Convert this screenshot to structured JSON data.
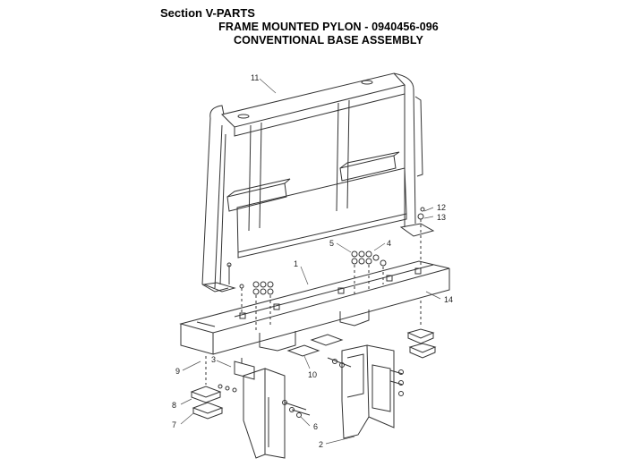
{
  "header": {
    "section": "Section V-PARTS",
    "title": "FRAME MOUNTED PYLON - 0940456-096",
    "subtitle": "CONVENTIONAL BASE ASSEMBLY"
  },
  "callouts": {
    "c1": "1",
    "c2": "2",
    "c3": "3",
    "c4": "4",
    "c5": "5",
    "c6": "6",
    "c7": "7",
    "c8": "8",
    "c9": "9",
    "c10": "10",
    "c11": "11",
    "c12": "12",
    "c13": "13",
    "c14": "14"
  }
}
